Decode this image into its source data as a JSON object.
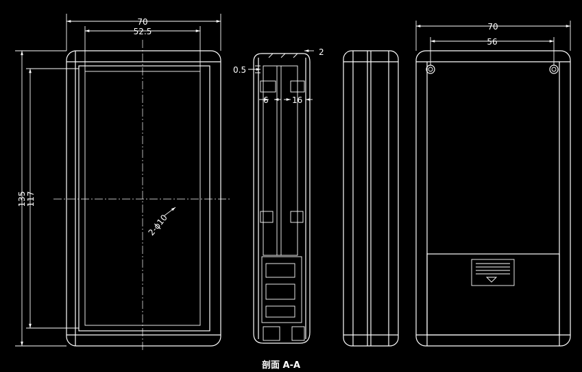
{
  "front": {
    "dim_total_width": "70",
    "dim_inner_width": "52.5",
    "dim_total_height": "135",
    "dim_inner_height": "117",
    "hole_note": "2-ϕ10"
  },
  "section": {
    "dim_wall": "0.5",
    "dim_gap": "2",
    "dim_left": "6",
    "dim_right": "16",
    "caption": "剖面 A-A"
  },
  "back": {
    "dim_total_width": "70",
    "dim_hole_spacing": "56"
  },
  "colors": {
    "background": "#000000",
    "line": "#ffffff"
  }
}
